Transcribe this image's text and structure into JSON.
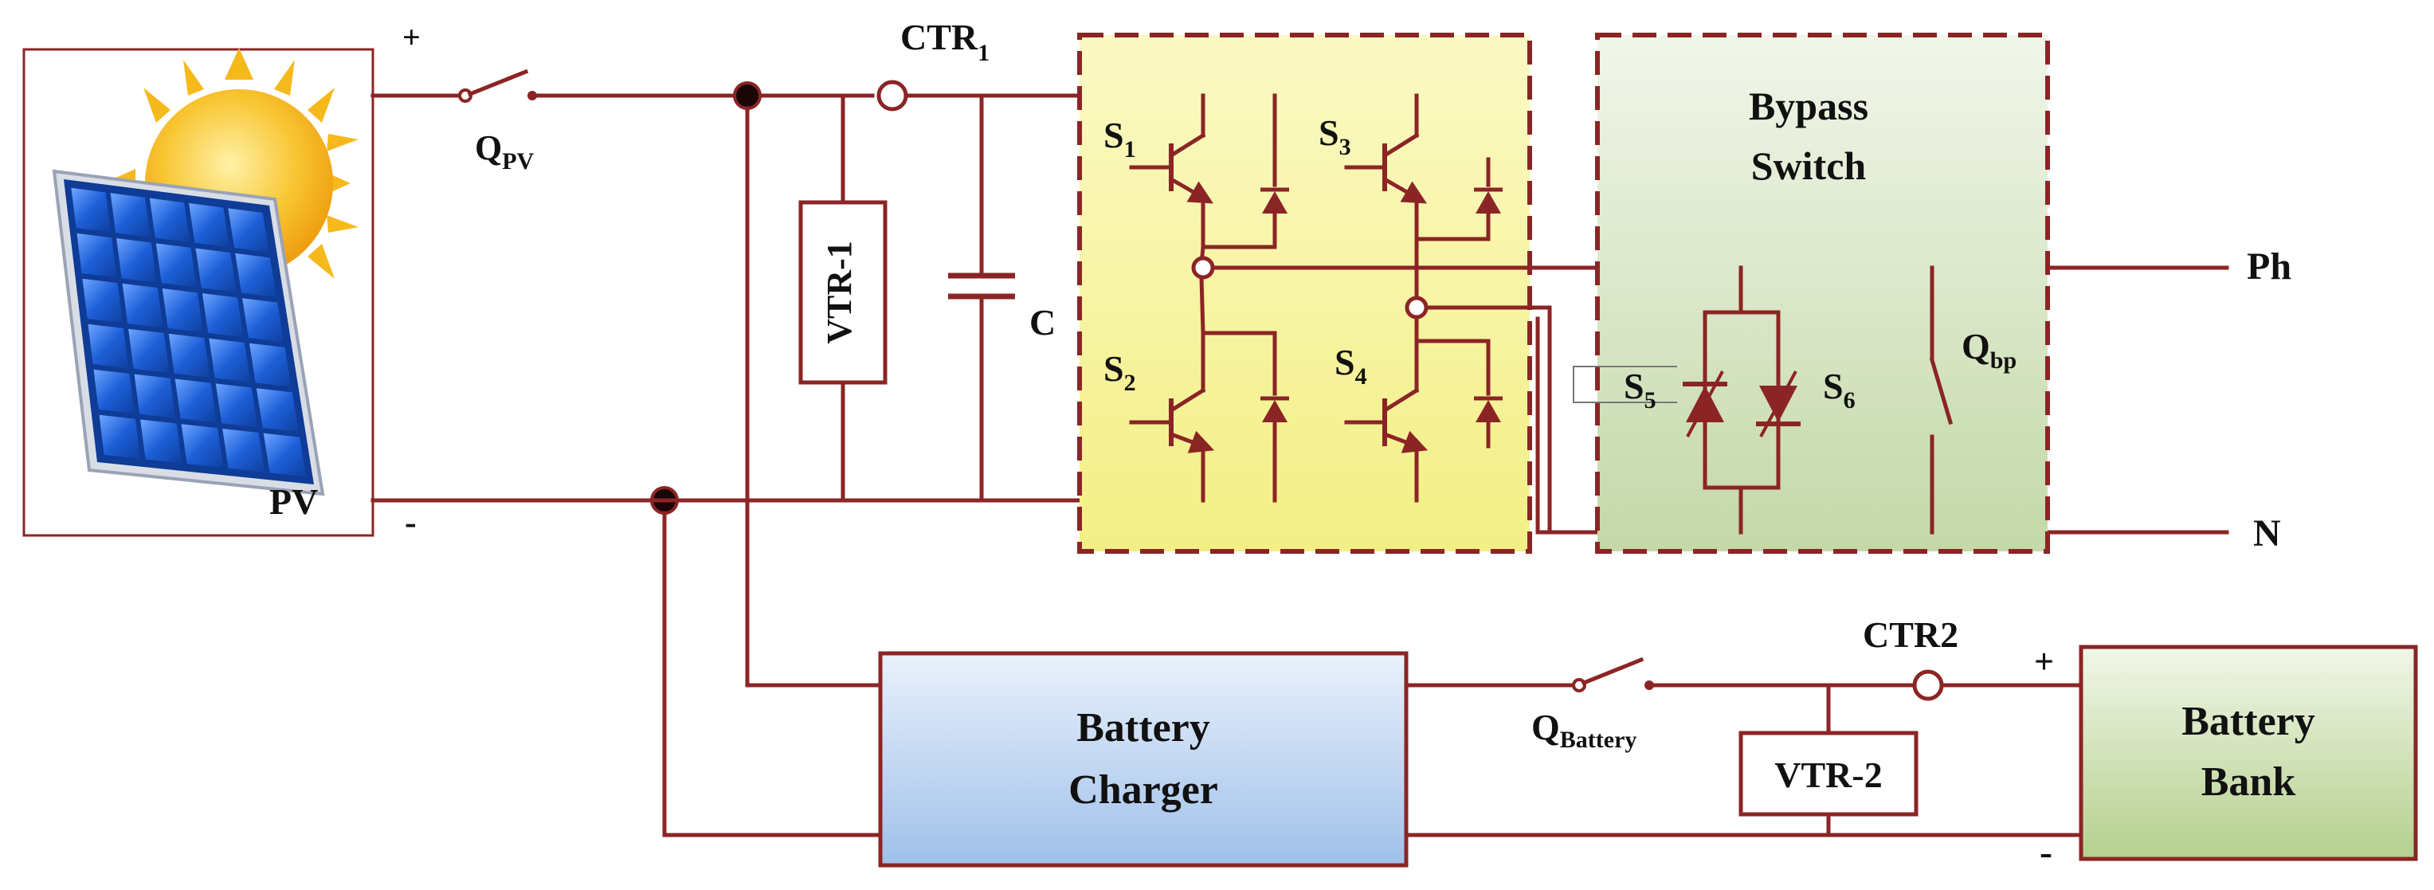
{
  "diagram": {
    "pv": {
      "label": "PV",
      "plus": "+",
      "minus": "-"
    },
    "switches": {
      "q_pv": {
        "main": "Q",
        "sub": "PV"
      },
      "q_bp": {
        "main": "Q",
        "sub": "bp"
      },
      "q_battery": {
        "main": "Q",
        "sub": "Battery"
      }
    },
    "ctr1": {
      "main": "CTR",
      "sub": "1"
    },
    "ctr2": {
      "label": "CTR2"
    },
    "vtr1": {
      "label": "VTR-1"
    },
    "vtr2": {
      "label": "VTR-2"
    },
    "capacitor": {
      "label": "C"
    },
    "transistors": [
      {
        "main": "S",
        "sub": "1"
      },
      {
        "main": "S",
        "sub": "2"
      },
      {
        "main": "S",
        "sub": "3"
      },
      {
        "main": "S",
        "sub": "4"
      }
    ],
    "thyristors": [
      {
        "main": "S",
        "sub": "5"
      },
      {
        "main": "S",
        "sub": "6"
      }
    ],
    "bypass": {
      "line1": "Bypass",
      "line2": "Switch"
    },
    "outputs": {
      "phase": "Ph",
      "neutral": "N"
    },
    "charger": {
      "line1": "Battery",
      "line2": "Charger"
    },
    "bank": {
      "line1": "Battery",
      "line2": "Bank",
      "plus": "+",
      "minus": "-"
    },
    "colors": {
      "wire": "#8b2525",
      "inverter_fill": "#f7f5a8",
      "bypass_fill": "#d8e6c4",
      "charger_fill": "#a9c6ea",
      "bank_fill": "#c8dcaa",
      "sun": "#f5b21a",
      "panel": "#1f5fd0"
    },
    "icons": [
      "solar-panel-icon",
      "sun-icon"
    ]
  }
}
